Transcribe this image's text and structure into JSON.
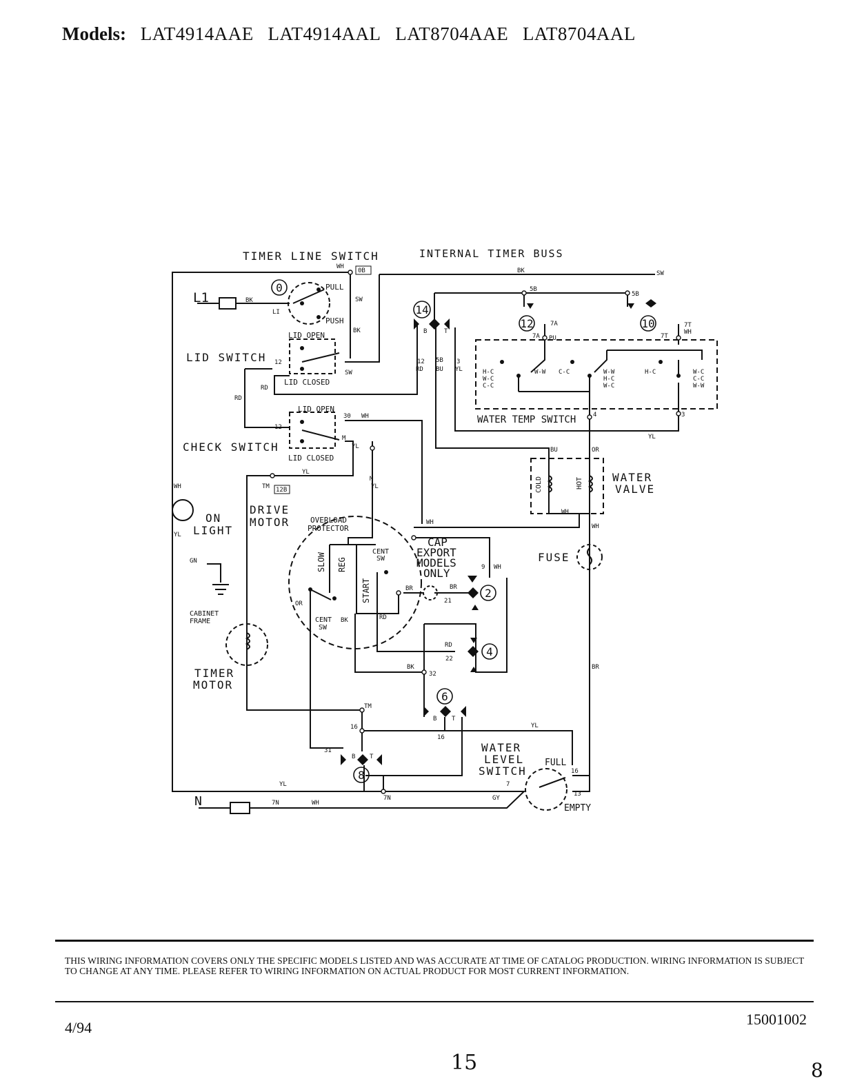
{
  "header": {
    "label": "Models:",
    "models": [
      "LAT4914AAE",
      "LAT4914AAL",
      "LAT8704AAE",
      "LAT8704AAL"
    ]
  },
  "diagram": {
    "timer_line_switch": "TIMER LINE SWITCH",
    "internal_timer_buss": "INTERNAL TIMER BUSS",
    "l1": "L1",
    "n": "N",
    "lid_switch": "LID SWITCH",
    "check_switch": "CHECK SWITCH",
    "lid_open": "LID OPEN",
    "lid_closed": "LID CLOSED",
    "pull": "PULL",
    "push": "PUSH",
    "on_light": [
      "ON",
      "LIGHT"
    ],
    "drive_motor": [
      "DRIVE",
      "MOTOR"
    ],
    "overload_protector": [
      "OVERLOAD",
      "PROTECTOR"
    ],
    "cap_note": [
      "CAP",
      "EXPORT",
      "MODELS",
      "ONLY"
    ],
    "cent_sw": [
      "CENT",
      "SW"
    ],
    "slow": "SLOW",
    "reg": "REG",
    "start": "START",
    "cabinet_frame": [
      "CABINET",
      "FRAME"
    ],
    "timer_motor": [
      "TIMER",
      "MOTOR"
    ],
    "water_temp_switch": "WATER TEMP SWITCH",
    "water_valve": [
      "WATER",
      "VALVE"
    ],
    "cold": "COLD",
    "hot": "HOT",
    "fuse": "FUSE",
    "water_level_switch": [
      "WATER",
      "LEVEL",
      "SWITCH"
    ],
    "full": "FULL",
    "empty": "EMPTY",
    "cam_numbers": [
      "0",
      "14",
      "12",
      "10",
      "2",
      "4",
      "6",
      "8"
    ],
    "temp_positions": [
      "H-C",
      "W-C",
      "C-C",
      "W-W",
      "C-C",
      "W-W",
      "H-C",
      "W-C",
      "H-C",
      "W-C",
      "C-C",
      "W-W"
    ],
    "wire_labels": {
      "bk": "BK",
      "wh": "WH",
      "yl": "YL",
      "rd": "RD",
      "bu": "BU",
      "or": "OR",
      "br": "BR",
      "gy": "GY",
      "gn": "GN",
      "pu": "PU",
      "sw": "SW",
      "m": "M",
      "tm": "TM",
      "b": "B",
      "t": "T",
      "li": "LI"
    },
    "terminals": [
      "0B",
      "12B",
      "5B",
      "7A",
      "7T",
      "12",
      "3",
      "4",
      "30",
      "9",
      "21",
      "22",
      "32",
      "16",
      "31",
      "13",
      "7",
      "7N"
    ]
  },
  "footer": {
    "disclaimer": "THIS WIRING INFORMATION COVERS ONLY THE SPECIFIC MODELS LISTED AND WAS ACCURATE AT TIME OF CATALOG PRODUCTION. WIRING INFORMATION IS SUBJECT TO CHANGE AT ANY TIME. PLEASE REFER TO WIRING INFORMATION ON ACTUAL PRODUCT FOR MOST CURRENT INFORMATION.",
    "date": "4/94",
    "doc_number": "15001002",
    "page_mark": "15",
    "corner_mark": "8"
  }
}
